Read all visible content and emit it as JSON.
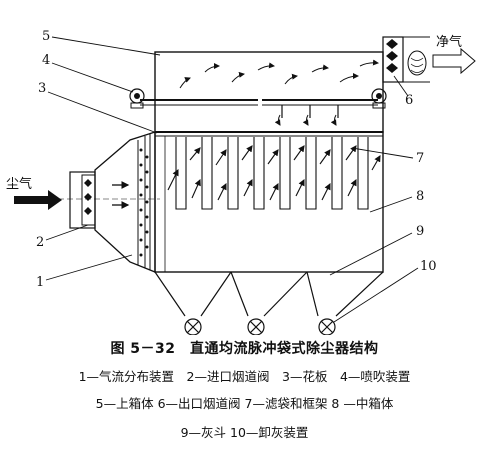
{
  "labels": {
    "inlet_gas": "尘气",
    "outlet_gas": "净气",
    "n1": "1",
    "n2": "2",
    "n3": "3",
    "n4": "4",
    "n5": "5",
    "n6": "6",
    "n7": "7",
    "n8": "8",
    "n9": "9",
    "n10": "10"
  },
  "caption": {
    "title": "图 5－32　直通均流脉冲袋式除尘器结构",
    "line1": "1—气流分布装置　2—进口烟道阀　3—花板　4—喷吹装置",
    "line2": "5—上箱体 6—出口烟道阀 7—滤袋和框架 8 —中箱体",
    "line3": "9—灰斗 10—卸灰装置"
  }
}
